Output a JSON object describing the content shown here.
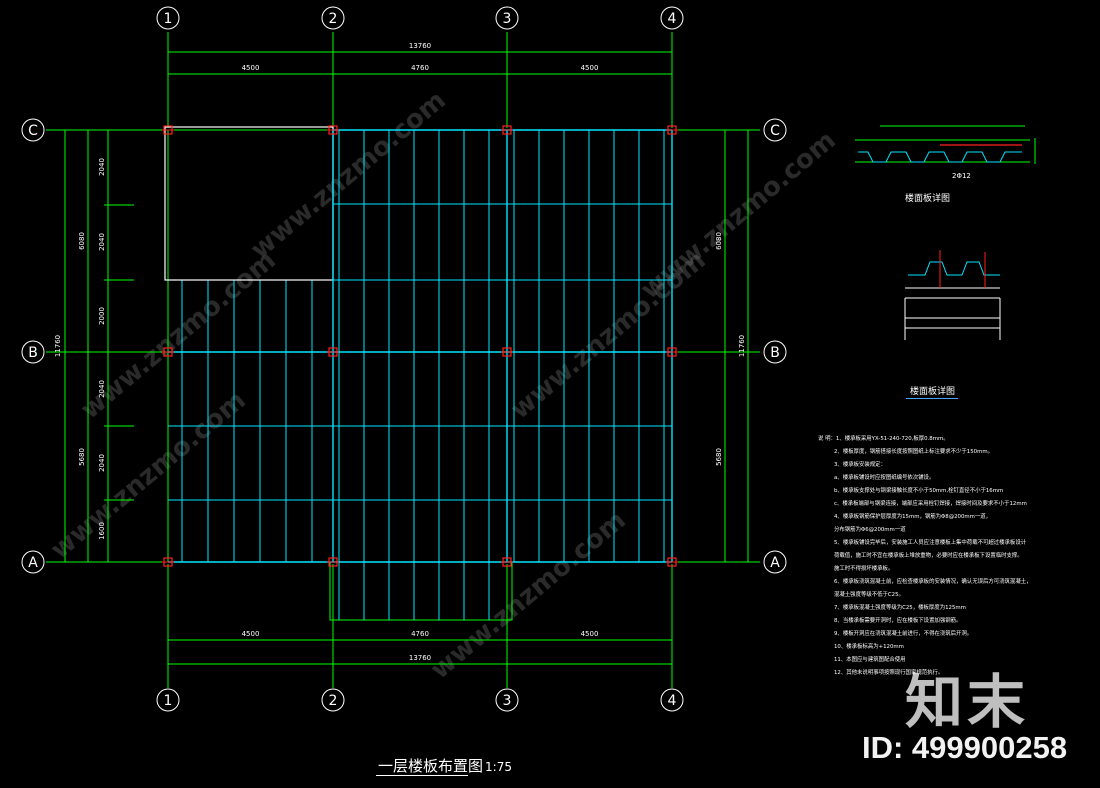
{
  "drawing": {
    "title": "一层楼板布置图",
    "scale": "1:75"
  },
  "axes": {
    "columns": [
      "1",
      "2",
      "3",
      "4"
    ],
    "rows": [
      "C",
      "B",
      "A"
    ]
  },
  "dimensions": {
    "total_horizontal": "13760",
    "bays_horizontal": [
      "4500",
      "4760",
      "4500"
    ],
    "total_vertical": "11760",
    "left_side": [
      "6080",
      "5680"
    ],
    "left_sub": [
      "2040",
      "2040",
      "2000",
      "2040",
      "2040",
      "1600"
    ],
    "right_side": [
      "6080",
      "5680"
    ]
  },
  "details": {
    "section_label": "楼面板详图",
    "joint_label": "楼面板详图",
    "section_note": "2Φ12"
  },
  "notes": [
    "说  明：1、楼承板采用YX-51-240-720,板厚0.8mm。",
    "2、楼板厚度，钢筋搭接长度按照图纸上标注要求不少于150mm。",
    "3、楼承板安装规定：",
    "a、楼承板铺设时应按图纸编号依次铺设。",
    "b、楼承板支撑处与钢梁接触长度不小于50mm,栓钉直径不小于16mm",
    "c、楼承板端部与钢梁连接，端部应采用栓钉焊接，焊接时间及要求不小于12mm",
    "4、楼承板钢筋保护层厚度为15mm，钢筋为Φ8@200mm一道，",
    "分布钢筋为Φ6@200mm一道",
    "5、楼承板铺设完毕后，安装施工人员应注意楼板上集中荷载不可超过楼承板设计",
    "荷载值，施工时不宜在楼承板上堆放重物，必要时应在楼承板下设置临时支撑。",
    "施工时不得损坏楼承板。",
    "6、楼承板浇筑混凝土前，应检查楼承板的安装情况，确认无误后方可浇筑混凝土，",
    "混凝土强度等级不低于C25。",
    "7、楼承板混凝土强度等级为C25，楼板厚度为125mm",
    "8、当楼承板需要开洞时，应在楼板下设置加强钢筋。",
    "9、楼板开洞应在浇筑混凝土前进行，不得在浇筑后开洞。",
    "10、楼承板标高为+120mm",
    "11、本图应与建筑图配合使用",
    "12、其他未说明事项按照现行国家规范执行。"
  ],
  "watermark": {
    "logo": "知末",
    "id": "ID: 499900258",
    "site": "www.znzmo.com"
  },
  "colors": {
    "background": "#000000",
    "grid": "#00ff00",
    "panel": "#00e5ff",
    "axis_red": "#ff2020",
    "text": "#ffffff",
    "beam_white": "#ffffff"
  }
}
